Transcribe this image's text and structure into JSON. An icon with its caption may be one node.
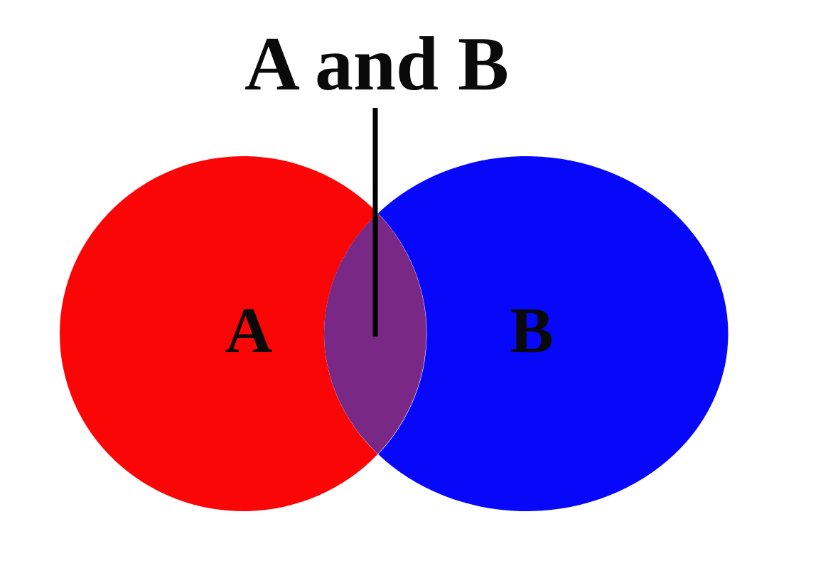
{
  "diagram": {
    "nodes": [
      {
        "text": [
          "A"
        ]
      },
      {
        "text": [
          "B"
        ]
      },
      {
        "text": [
          "A and B"
        ]
      },
      {
        "text": [],
        "shape": "lens"
      }
    ],
    "edges": [
      {
        "from": 2,
        "to": 3,
        "arrow": "none"
      }
    ]
  }
}
